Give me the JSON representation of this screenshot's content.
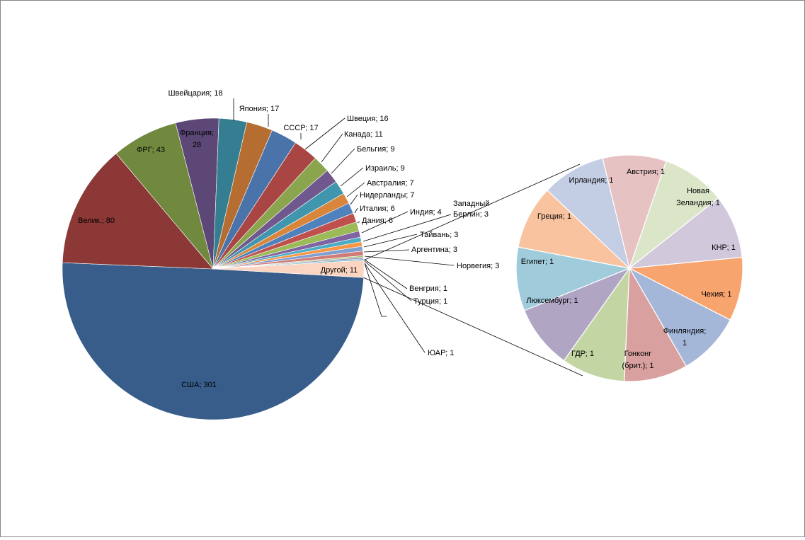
{
  "chart_data": {
    "type": "pie",
    "title": "",
    "main": {
      "slices": [
        {
          "name": "США",
          "value": 301,
          "label": "США; 301",
          "color": "#385d8a"
        },
        {
          "name": "Велик.",
          "value": 80,
          "label": "Велик.; 80",
          "color": "#8c3836"
        },
        {
          "name": "ФРГ",
          "value": 43,
          "label": "ФРГ; 43",
          "color": "#71893f"
        },
        {
          "name": "Франция",
          "value": 28,
          "label_lines": [
            "Франция;",
            "28"
          ],
          "color": "#5c4776"
        },
        {
          "name": "Швейцария",
          "value": 18,
          "label": "Швейцария; 18",
          "color": "#357d91"
        },
        {
          "name": "Япония",
          "value": 17,
          "label": "Япония; 17",
          "color": "#b66d31"
        },
        {
          "name": "СССР",
          "value": 17,
          "label": "СССР; 17",
          "color": "#4a73aa"
        },
        {
          "name": "Швеция",
          "value": 16,
          "label": "Швеция; 16",
          "color": "#a94643"
        },
        {
          "name": "Канада",
          "value": 11,
          "label": "Канада; 11",
          "color": "#8aa54e"
        },
        {
          "name": "Бельгия",
          "value": 9,
          "label": "Бельгия; 9",
          "color": "#70588f"
        },
        {
          "name": "Израиль",
          "value": 9,
          "label": "Израиль; 9",
          "color": "#4097ad"
        },
        {
          "name": "Австралия",
          "value": 7,
          "label": "Австралия; 7",
          "color": "#d9853b"
        },
        {
          "name": "Нидерланды",
          "value": 7,
          "label": "Нидерланды; 7",
          "color": "#4f81bd"
        },
        {
          "name": "Италия",
          "value": 6,
          "label": "Италия; 6",
          "color": "#c0504d"
        },
        {
          "name": "Дания",
          "value": 6,
          "label": "Дания; 6",
          "color": "#9bbb59"
        },
        {
          "name": "Индия",
          "value": 4,
          "label": "Индия; 4",
          "color": "#8064a2"
        },
        {
          "name": "Западный Берлин",
          "value": 3,
          "label_lines": [
            "Западный",
            "Берлин; 3"
          ],
          "color": "#4bacc6"
        },
        {
          "name": "Тайвань",
          "value": 3,
          "label": "Тайвань; 3",
          "color": "#f79646"
        },
        {
          "name": "Аргентина",
          "value": 3,
          "label": "Аргентина; 3",
          "color": "#7f9fd1"
        },
        {
          "name": "Норвегия",
          "value": 3,
          "label": "Норвегия; 3",
          "color": "#d17a78"
        },
        {
          "name": "Венгрия",
          "value": 1,
          "label": "Венгрия; 1",
          "color": "#a9c77a"
        },
        {
          "name": "Турция",
          "value": 1,
          "label": "Турция; 1",
          "color": "#9a86b6"
        },
        {
          "name": "ЮАР",
          "value": 1,
          "label": "ЮАР; 1",
          "color": "#6bb8cc"
        },
        {
          "name": "Другой",
          "value": 11,
          "label": "Другой; 11",
          "color": "#fbd5c1",
          "is_other": true
        }
      ]
    },
    "secondary": {
      "slices": [
        {
          "name": "Австрия",
          "value": 1,
          "label_lines": [
            "Австрия; 1"
          ],
          "color": "#e6c2c2"
        },
        {
          "name": "Новая Зеландия",
          "value": 1,
          "label_lines": [
            "Новая",
            "Зеландия; 1"
          ],
          "color": "#dbe6c8"
        },
        {
          "name": "КНР",
          "value": 1,
          "label_lines": [
            "КНР; 1"
          ],
          "color": "#d1c8dc"
        },
        {
          "name": "Чехия",
          "value": 1,
          "label_lines": [
            "Чехия; 1"
          ],
          "color": "#f8a46e"
        },
        {
          "name": "Финляндия",
          "value": 1,
          "label_lines": [
            "Финляндия;",
            "1"
          ],
          "color": "#a4b7d9"
        },
        {
          "name": "Гонконг (брит.)",
          "value": 1,
          "label_lines": [
            "Гонконг",
            "(брит.); 1"
          ],
          "color": "#d8a09f"
        },
        {
          "name": "ГДР",
          "value": 1,
          "label_lines": [
            "ГДР; 1"
          ],
          "color": "#c3d5a3"
        },
        {
          "name": "Люксембург",
          "value": 1,
          "label_lines": [
            "Люксембург; 1"
          ],
          "color": "#b1a5c4"
        },
        {
          "name": "Египет",
          "value": 1,
          "label_lines": [
            "Египет; 1"
          ],
          "color": "#9fcbdb"
        },
        {
          "name": "Греция",
          "value": 1,
          "label_lines": [
            "Греция; 1"
          ],
          "color": "#f9c3a0"
        },
        {
          "name": "Ирландия",
          "value": 1,
          "label_lines": [
            "Ирландия; 1"
          ],
          "color": "#c3cde4"
        }
      ]
    }
  }
}
